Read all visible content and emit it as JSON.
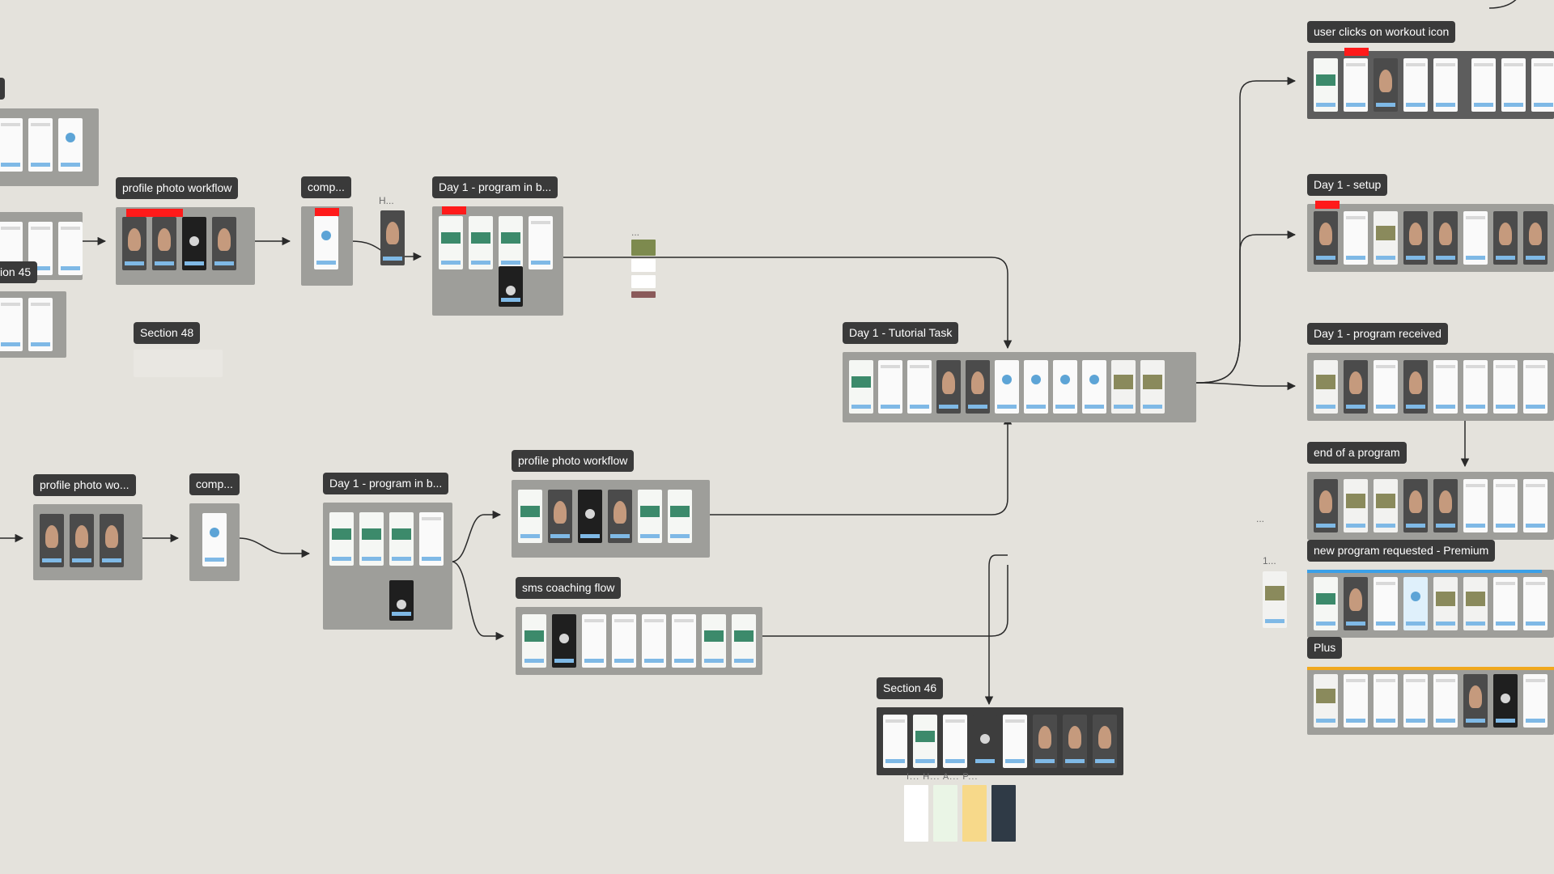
{
  "canvas": {
    "background": "#e4e2dc",
    "label_color": "#3a3a3a",
    "section_color": "#9e9e9a",
    "accent_red": "#ff1a1a",
    "accent_blue": "#7fb9e6",
    "accent_orange": "#f0a81e"
  },
  "labels": {
    "ion45": "ion 45",
    "profile_photo_workflow_top": "profile photo workflow",
    "comp_top": "comp...",
    "h_small": "H...",
    "day1_program_top": "Day 1 - program in b...",
    "dots_small": "...",
    "section48": "Section 48",
    "profile_photo_wo_bottom": "profile photo wo...",
    "comp_bottom": "comp...",
    "day1_program_bottom": "Day 1 - program in b...",
    "profile_photo_workflow_mid": "profile photo workflow",
    "sms_coaching_flow": "sms coaching flow",
    "day1_tutorial_task": "Day 1 - Tutorial Task",
    "section46": "Section 46",
    "section46_sub": "I...   H...   A...   P...",
    "user_clicks_workout": "user clicks on workout icon",
    "day1_setup": "Day 1 - setup",
    "day1_program_received": "Day 1 - program received",
    "end_of_program": "end of a program",
    "new_program_premium": "new program requested - Premium",
    "plus": "Plus",
    "dots_right": "...",
    "one_small": "1..."
  }
}
